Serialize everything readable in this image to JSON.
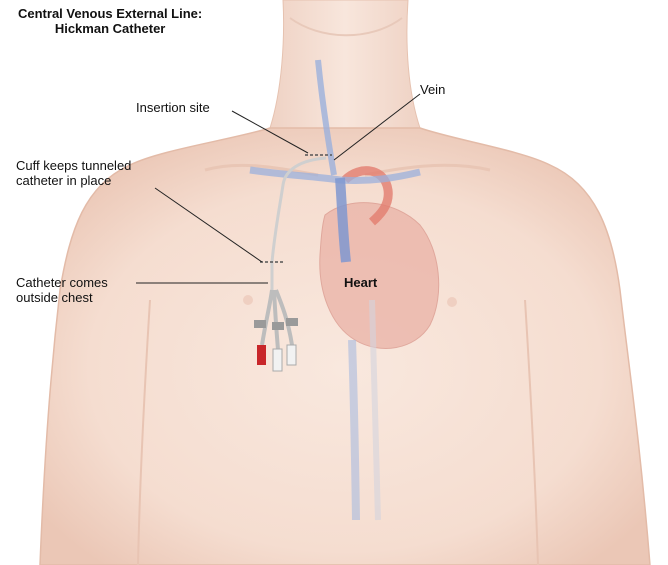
{
  "title": {
    "line1": "Central Venous External Line:",
    "line2": "Hickman Catheter"
  },
  "labels": {
    "vein": "Vein",
    "insertion_site": "Insertion site",
    "cuff_line1": "Cuff keeps tunneled",
    "cuff_line2": "catheter in place",
    "exit_line1": "Catheter comes",
    "exit_line2": "outside chest",
    "heart": "Heart"
  },
  "colors": {
    "skin": "#f6e1d6",
    "skin_shadow": "#e9c3b2",
    "vein": "#8fa6d6",
    "heart": "#e79c8f",
    "catheter": "#d9d9d9",
    "catheter_cap_red": "#c8262a"
  }
}
